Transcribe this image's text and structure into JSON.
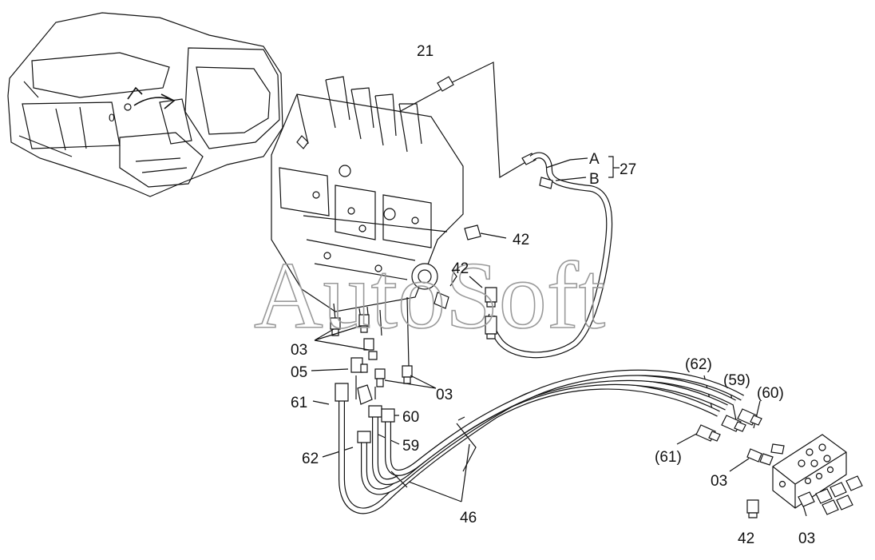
{
  "watermark": "AutoSoft",
  "labels": {
    "l21": "21",
    "lA": "A",
    "lB": "B",
    "l27": "27",
    "l42a": "42",
    "l42b": "42",
    "l42c": "42",
    "l03a": "03",
    "l03b": "03",
    "l03c": "03",
    "l03d": "03",
    "l05": "05",
    "l61": "61",
    "l60": "60",
    "l59": "59",
    "l62": "62",
    "l46": "46",
    "l62p": "(62)",
    "l59p": "(59)",
    "l60p": "(60)",
    "l61p": "(61)"
  }
}
